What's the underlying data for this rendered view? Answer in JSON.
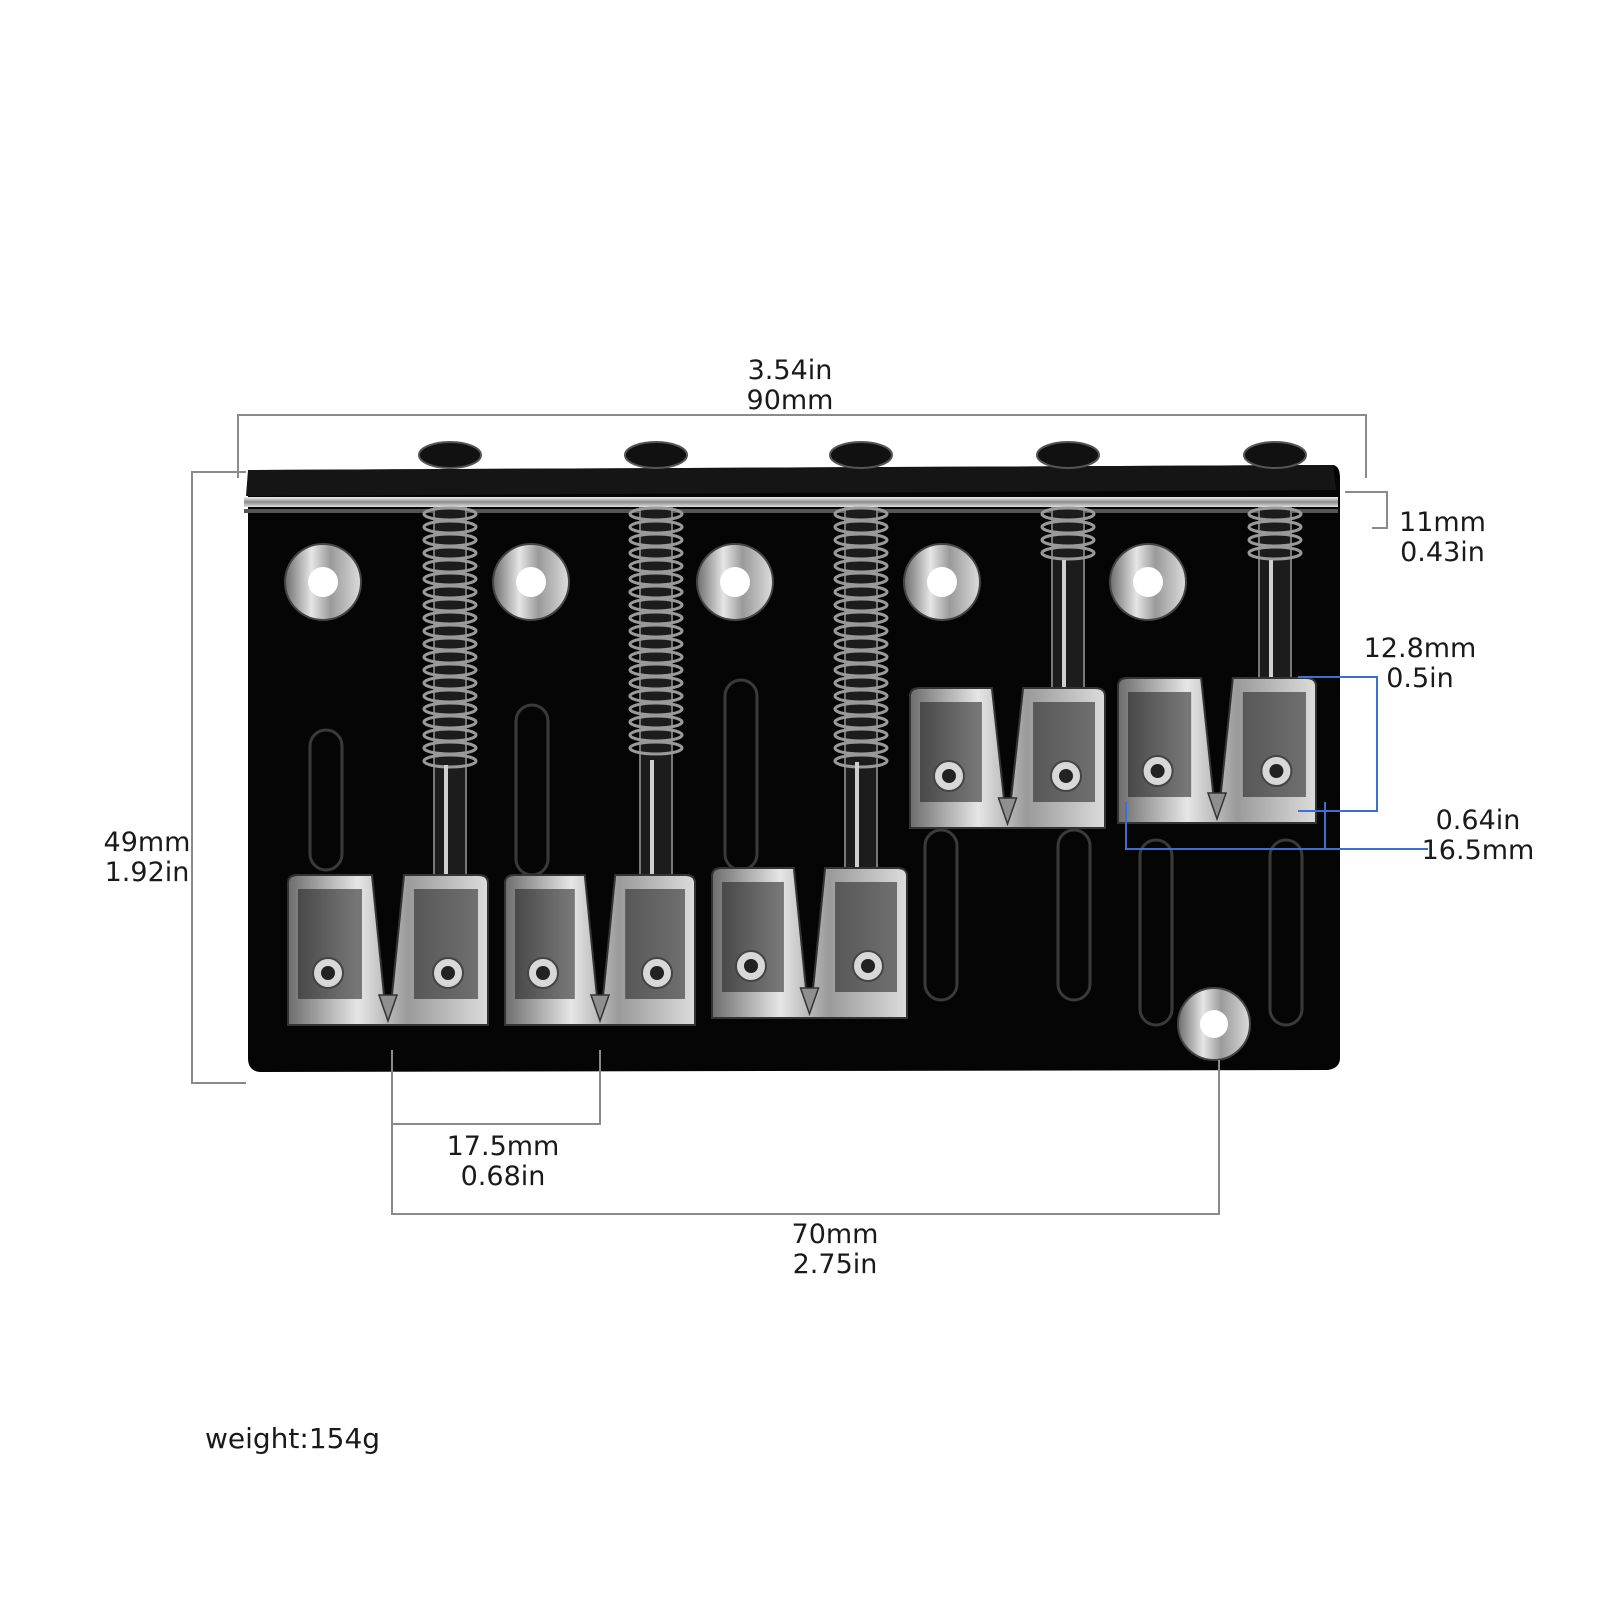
{
  "dimensions": {
    "width": {
      "in": "3.54in",
      "mm": "90mm"
    },
    "height": {
      "mm": "49mm",
      "in": "1.92in"
    },
    "base_thickness": {
      "mm": "11mm",
      "in": "0.43in"
    },
    "saddle_height": {
      "mm": "12.8mm",
      "in": "0.5in"
    },
    "saddle_width": {
      "in": "0.64in",
      "mm": "16.5mm"
    },
    "string_spacing": {
      "mm": "17.5mm",
      "in": "0.68in"
    },
    "mount_spacing": {
      "mm": "70mm",
      "in": "2.75in"
    }
  },
  "weight": "weight:154g",
  "colors": {
    "plate": "#050505",
    "chrome": "#c9c9c9",
    "dimension_line": "#8a8a8a",
    "highlight_line": "#3b6fd1"
  }
}
